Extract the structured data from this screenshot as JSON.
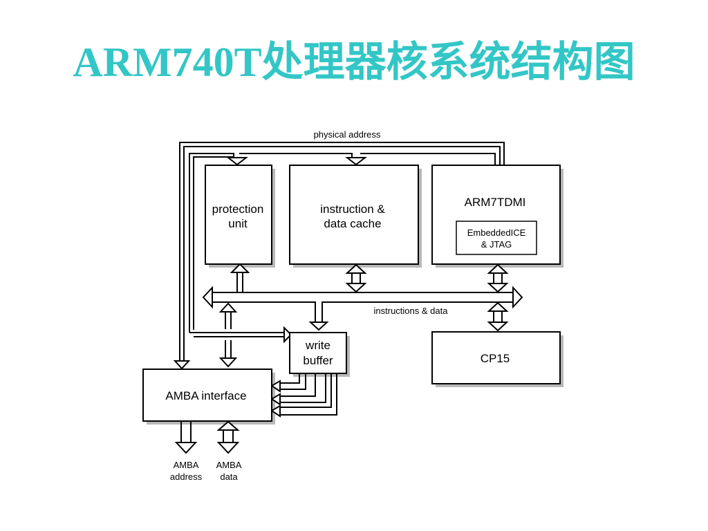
{
  "slide": {
    "title": "ARM740T处理器核系统结构图",
    "title_color": "#33c6c6"
  },
  "diagram": {
    "blocks": {
      "protection_unit": [
        "protection",
        "unit"
      ],
      "cache": [
        "instruction &",
        "data cache"
      ],
      "arm7tdmi": "ARM7TDMI",
      "embedded_ice": [
        "EmbeddedICE",
        "& JTAG"
      ],
      "write_buffer": [
        "write",
        "buffer"
      ],
      "cp15": "CP15",
      "amba_interface": "AMBA interface"
    },
    "bus_labels": {
      "physical_address": "physical address",
      "instructions_data": "instructions & data"
    },
    "outputs": {
      "amba_address": [
        "AMBA",
        "address"
      ],
      "amba_data": [
        "AMBA",
        "data"
      ]
    }
  }
}
